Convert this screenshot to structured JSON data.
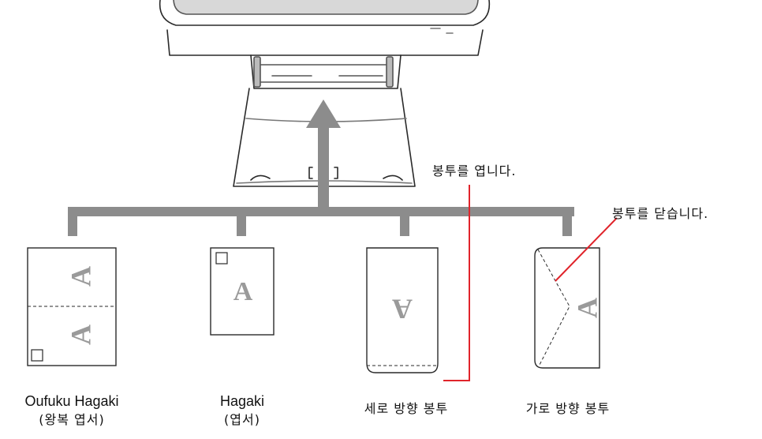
{
  "callouts": {
    "open_envelope": "봉투를 엽니다.",
    "close_envelope": "봉투를 닫습니다."
  },
  "media": [
    {
      "label": "Oufuku Hagaki",
      "sublabel": "(왕복 엽서)",
      "glyph": "A"
    },
    {
      "label": "Hagaki",
      "sublabel": "(엽서)",
      "glyph": "A"
    },
    {
      "label": "세로 방향 봉투",
      "glyph": "A"
    },
    {
      "label": "가로 방향 봉투",
      "glyph": "A"
    }
  ],
  "colors": {
    "accent_line": "#e0242b",
    "connector": "#8c8c8c",
    "outline": "#2a2a2a"
  }
}
